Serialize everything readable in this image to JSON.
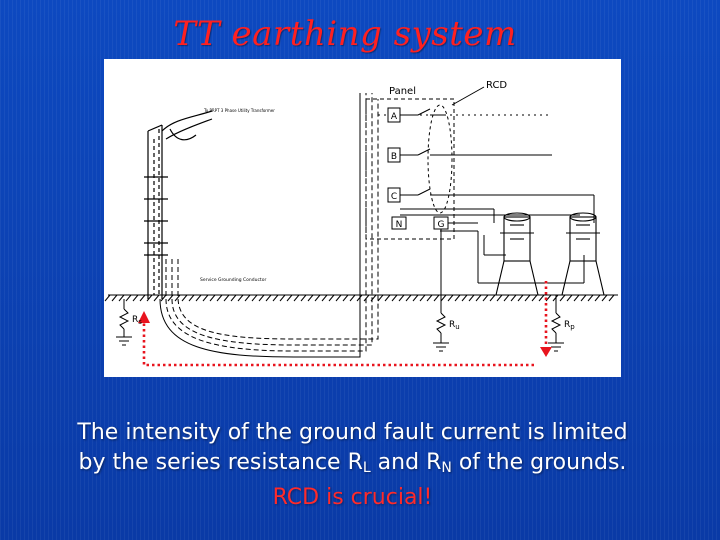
{
  "title": "TT earthing system",
  "diagram": {
    "panel_label": "Panel",
    "rcd_label": "RCD",
    "transformer_label": "To PRPT 3 Phase Utility Transformer",
    "conductor_label": "Service Grounding Conductor",
    "phase_labels": [
      "A",
      "B",
      "C"
    ],
    "neutral_label": "N",
    "ground_label": "G",
    "resistors": [
      {
        "base": "R",
        "sub": "s"
      },
      {
        "base": "R",
        "sub": "u"
      },
      {
        "base": "R",
        "sub": "p"
      }
    ]
  },
  "caption": {
    "line1": "The intensity of the ground fault current is limited",
    "line2_prefix": "by the series resistance R",
    "sub_l": "L",
    "mid": " and R",
    "sub_n": "N",
    "suffix": " of the grounds."
  },
  "note": "RCD is crucial!",
  "colors": {
    "background": "#0a3fae",
    "title": "#ff2020",
    "fault_path": "#e8141e",
    "note": "#ff2a2a"
  }
}
